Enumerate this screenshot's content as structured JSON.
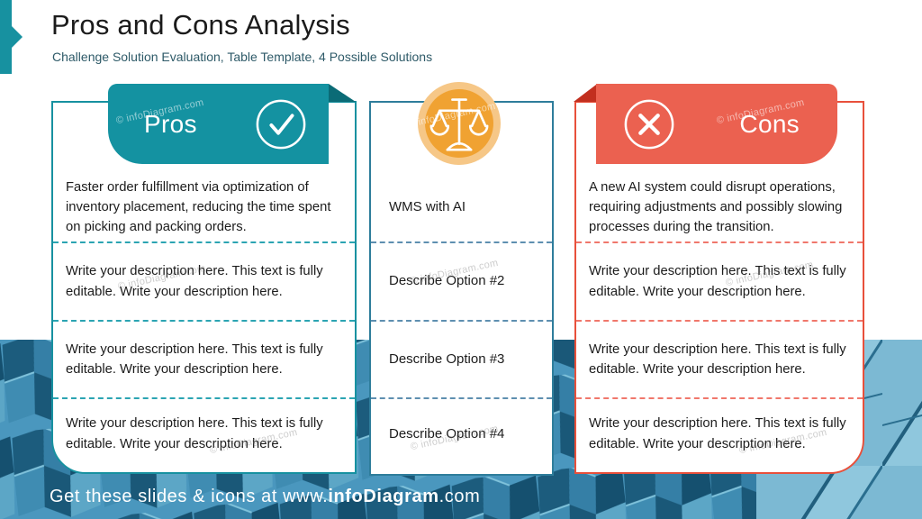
{
  "slide": {
    "title": "Pros and Cons Analysis",
    "subtitle": "Challenge Solution Evaluation, Table Template, 4 Possible Solutions"
  },
  "columns": {
    "pros": {
      "header": "Pros",
      "icon": "check-circle",
      "rows": [
        "Faster order fulfillment via optimization of inventory placement, reducing the time spent on picking and packing orders.",
        "Write your description here. This text is fully editable. Write your description here.",
        "Write your description here. This text is fully editable. Write your description here.",
        "Write your description here. This text is fully editable. Write your description here."
      ]
    },
    "options": {
      "icon": "balance-scale",
      "rows": [
        "WMS with AI",
        "Describe Option #2",
        "Describe Option #3",
        "Describe Option #4"
      ]
    },
    "cons": {
      "header": "Cons",
      "icon": "x-circle",
      "rows": [
        "A new AI system could disrupt operations, requiring adjustments and possibly slowing processes during the transition.",
        "Write your description here. This text is fully editable. Write your description here.",
        "Write your description here. This text is fully editable. Write your description here.",
        "Write your description here. This text is fully editable. Write your description here."
      ]
    }
  },
  "footer": {
    "prefix": "Get these slides & icons at www.",
    "brand": "infoDiagram",
    "suffix": ".com"
  },
  "watermark": "© infoDiagram.com",
  "colors": {
    "teal": "#1492a1",
    "teal_dark": "#0b6b76",
    "coral": "#eb6150",
    "coral_dark": "#c22f1f",
    "orange": "#f0a232",
    "orange_halo": "#f6c787",
    "subtitle_text": "#2e5a68",
    "body_text": "#1c1c1c",
    "photo_blue": "#4a97be"
  }
}
